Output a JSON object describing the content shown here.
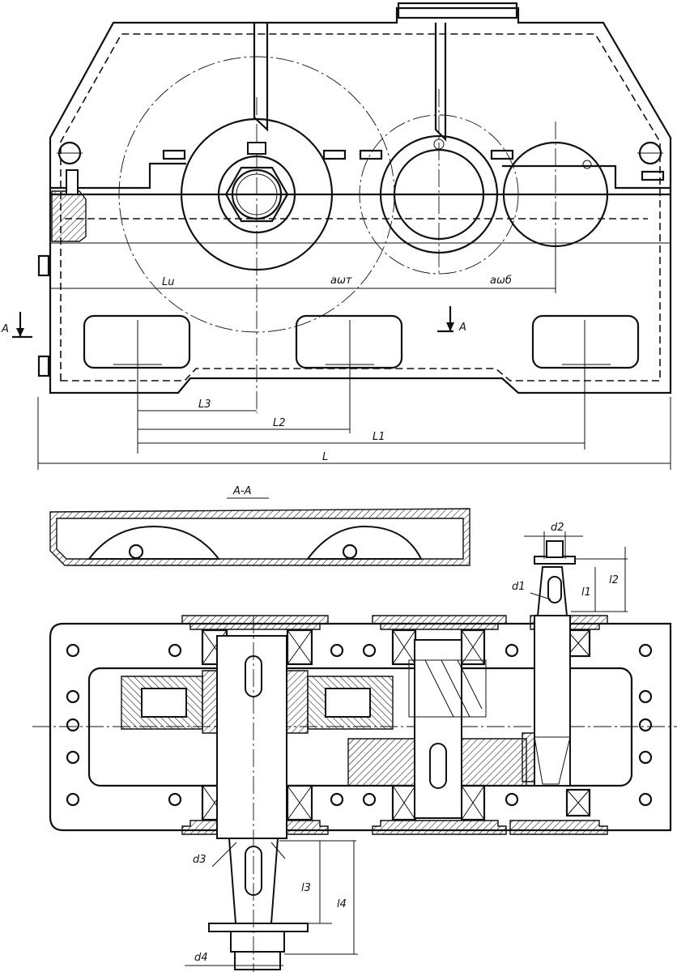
{
  "section_marks": {
    "left": "A",
    "right": "A",
    "title": "A-A"
  },
  "front_dims": {
    "l_u": "Lu",
    "a_wt": "aωт",
    "a_wb": "aωб",
    "l3": "L3",
    "l2": "L2",
    "l1": "L1",
    "l": "L"
  },
  "plan_dims": {
    "d1": "d1",
    "d2": "d2",
    "d3": "d3",
    "d4": "d4",
    "l1": "l1",
    "l2": "l2",
    "l3": "l3",
    "l4": "l4"
  }
}
